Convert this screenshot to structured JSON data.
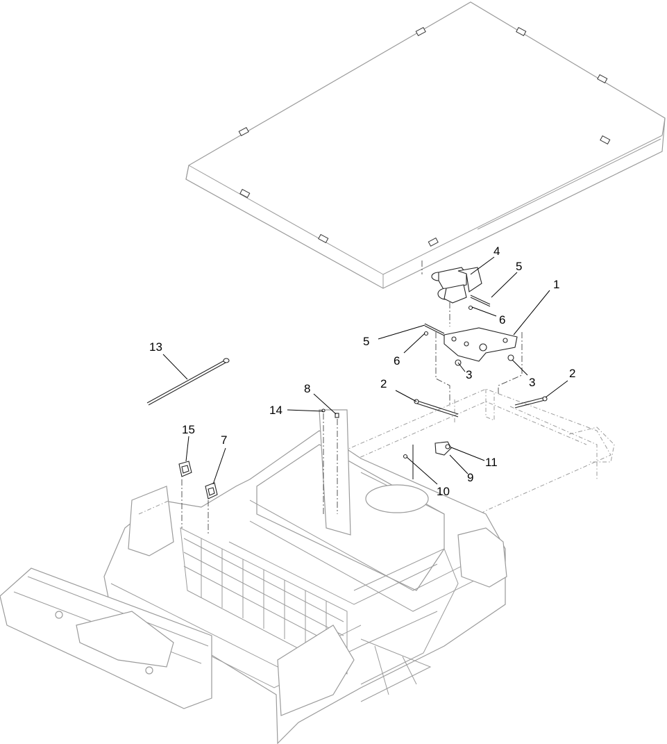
{
  "diagram": {
    "callouts": [
      {
        "id": "c1",
        "label": "1"
      },
      {
        "id": "c2a",
        "label": "2"
      },
      {
        "id": "c2b",
        "label": "2"
      },
      {
        "id": "c3a",
        "label": "3"
      },
      {
        "id": "c3b",
        "label": "3"
      },
      {
        "id": "c4",
        "label": "4"
      },
      {
        "id": "c5a",
        "label": "5"
      },
      {
        "id": "c5b",
        "label": "5"
      },
      {
        "id": "c6a",
        "label": "6"
      },
      {
        "id": "c6b",
        "label": "6"
      },
      {
        "id": "c7",
        "label": "7"
      },
      {
        "id": "c8",
        "label": "8"
      },
      {
        "id": "c9",
        "label": "9"
      },
      {
        "id": "c10",
        "label": "10"
      },
      {
        "id": "c11",
        "label": "11"
      },
      {
        "id": "c13",
        "label": "13"
      },
      {
        "id": "c14",
        "label": "14"
      },
      {
        "id": "c15",
        "label": "15"
      }
    ]
  }
}
